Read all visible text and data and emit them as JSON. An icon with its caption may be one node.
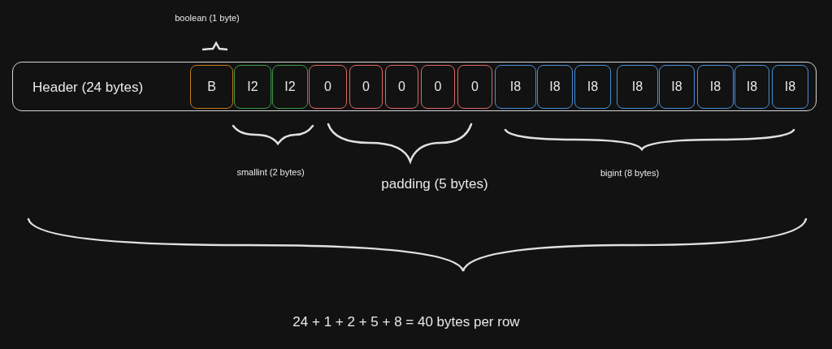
{
  "diagram": {
    "nodes": [
      {
        "text": [
          "Header (24 bytes)"
        ]
      },
      {
        "text": [
          "B"
        ],
        "in": 0
      },
      {
        "text": [
          "I2"
        ],
        "in": 0
      },
      {
        "text": [
          "I2"
        ],
        "in": 0
      },
      {
        "text": [
          "0"
        ],
        "in": 0
      },
      {
        "text": [
          "0"
        ],
        "in": 0
      },
      {
        "text": [
          "0"
        ],
        "in": 0
      },
      {
        "text": [
          "0"
        ],
        "in": 0
      },
      {
        "text": [
          "0"
        ],
        "in": 0
      },
      {
        "text": [
          "I8"
        ],
        "in": 0
      },
      {
        "text": [
          "I8"
        ],
        "in": 0
      },
      {
        "text": [
          "I8"
        ],
        "in": 0
      },
      {
        "text": [
          "I8"
        ],
        "in": 0
      },
      {
        "text": [
          "I8"
        ],
        "in": 0
      },
      {
        "text": [
          "I8"
        ],
        "in": 0
      },
      {
        "text": [
          "I8"
        ],
        "in": 0
      },
      {
        "text": [
          "I8"
        ],
        "in": 0
      }
    ],
    "edges": [],
    "labels": [
      "boolean (1 byte)",
      "smallint (2 bytes)",
      "padding (5 bytes)",
      "bigint (8 bytes)",
      "24 + 1 + 2 + 5 + 8 = 40 bytes per row"
    ]
  }
}
